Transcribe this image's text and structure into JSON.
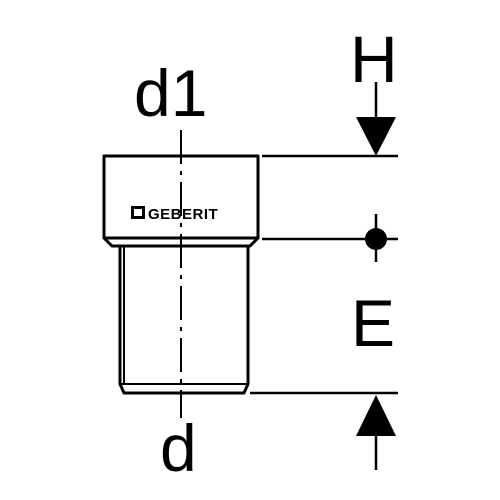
{
  "labels": {
    "diameter_top": "d1",
    "diameter_bottom": "d",
    "dimension_h": "H",
    "dimension_e": "E"
  },
  "brand": {
    "logo_text": "GEBERIT"
  },
  "colors": {
    "line": "#000000",
    "background": "#ffffff"
  }
}
